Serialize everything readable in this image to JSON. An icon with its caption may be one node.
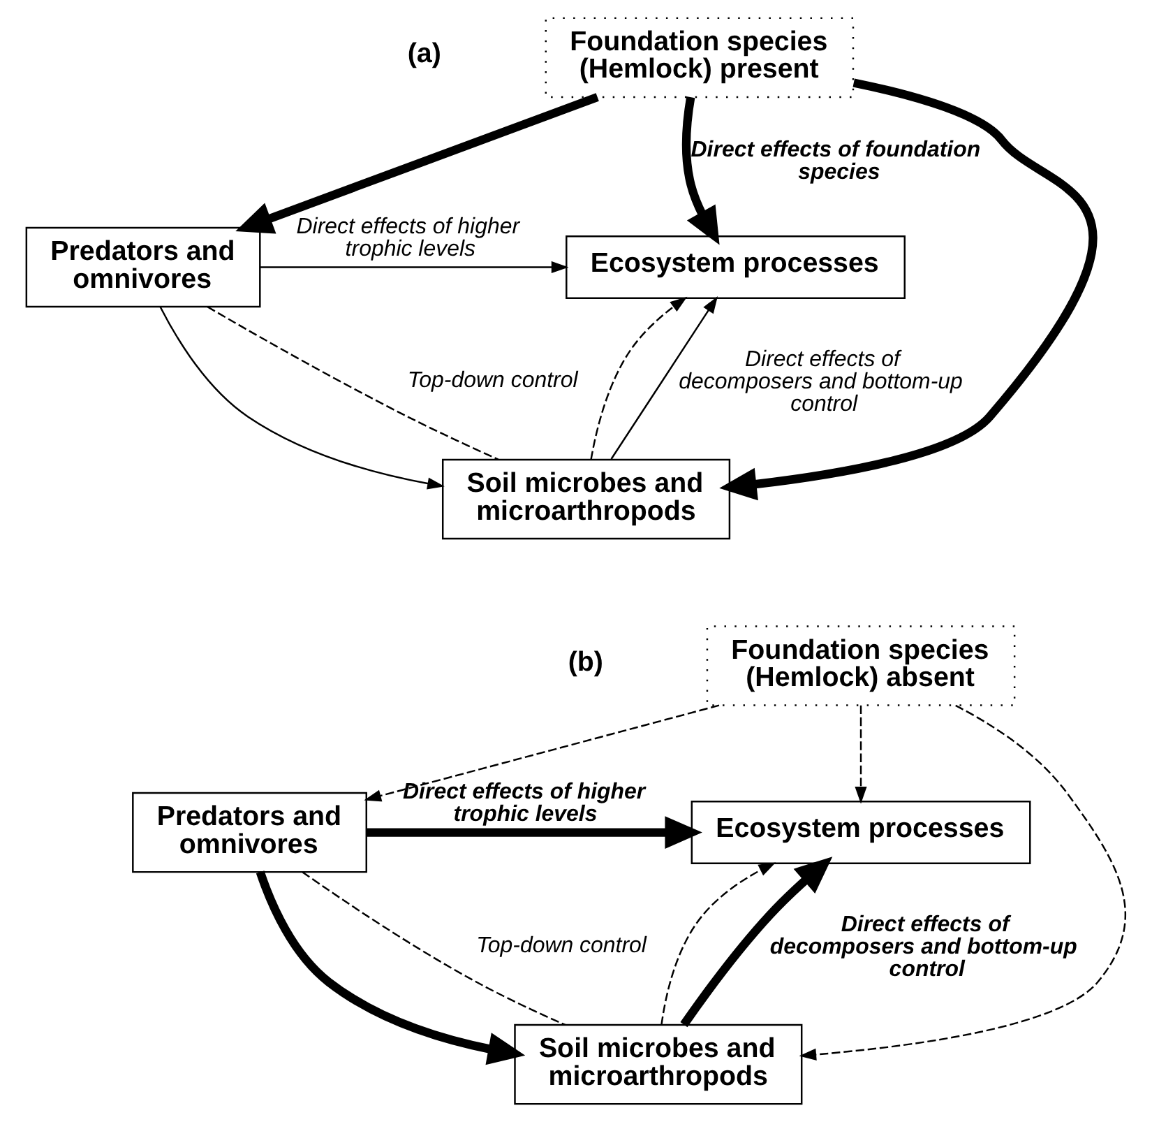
{
  "diagram": {
    "nodes": [
      {
        "text": [
          "Foundation species (Hemlock) present"
        ]
      },
      {
        "text": [
          "Predators and omnivores"
        ]
      },
      {
        "text": [
          "Ecosystem processes"
        ]
      },
      {
        "text": [
          "Soil microbes and microarthropods"
        ]
      },
      {
        "text": [
          "Foundation species (Hemlock) absent"
        ]
      },
      {
        "text": [
          "Predators and omnivores"
        ]
      },
      {
        "text": [
          "Ecosystem processes"
        ]
      },
      {
        "text": [
          "Soil microbes and microarthropods"
        ]
      }
    ],
    "edges": [
      {
        "from": 0,
        "to": 2,
        "arrow": "to",
        "style": "thick",
        "label": "Direct effects of foundation species"
      },
      {
        "from": 0,
        "to": 1,
        "arrow": "to",
        "style": "thick"
      },
      {
        "from": 0,
        "to": 3,
        "arrow": "to",
        "style": "thick"
      },
      {
        "from": 1,
        "to": 2,
        "arrow": "to",
        "label": "Direct effects of higher trophic levels"
      },
      {
        "from": 1,
        "to": 3,
        "arrow": "to"
      },
      {
        "from": 1,
        "to": 3,
        "arrow": "none",
        "style": "dashed",
        "label": "Top-down control"
      },
      {
        "from": 3,
        "to": 2,
        "arrow": "to",
        "style": "dashed"
      },
      {
        "from": 3,
        "to": 2,
        "arrow": "to",
        "label": "Direct effects of decomposers and bottom-up control"
      },
      {
        "from": 4,
        "to": 6,
        "arrow": "to",
        "style": "dashed"
      },
      {
        "from": 4,
        "to": 5,
        "arrow": "to",
        "style": "dashed"
      },
      {
        "from": 4,
        "to": 7,
        "arrow": "to",
        "style": "dashed"
      },
      {
        "from": 5,
        "to": 6,
        "arrow": "to",
        "style": "thick",
        "label": "Direct effects of higher trophic levels"
      },
      {
        "from": 5,
        "to": 7,
        "arrow": "to",
        "style": "thick"
      },
      {
        "from": 5,
        "to": 7,
        "arrow": "none",
        "style": "dashed",
        "label": "Top-down control"
      },
      {
        "from": 7,
        "to": 6,
        "arrow": "to",
        "style": "dashed"
      },
      {
        "from": 7,
        "to": 6,
        "arrow": "to",
        "style": "thick",
        "label": "Direct effects of decomposers and bottom-up control"
      }
    ],
    "labels": [
      "(a)",
      "(b)"
    ]
  }
}
